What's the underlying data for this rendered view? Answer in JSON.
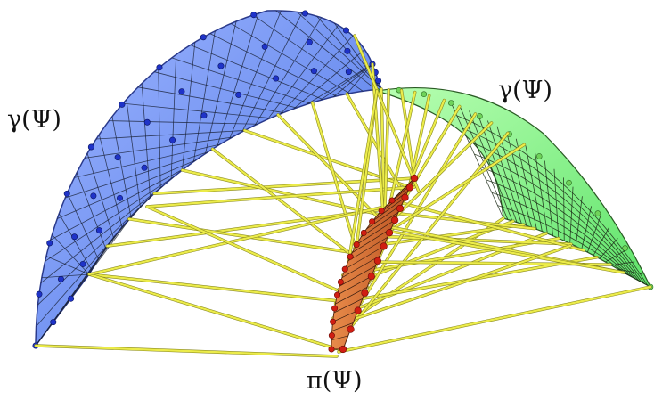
{
  "labels": {
    "left": "γ(Ψ)",
    "right": "γ(Ψ)",
    "bottom": "π(Ψ)"
  },
  "colors": {
    "left_surface": "#7f9cf0",
    "left_mesh": "#1a2238",
    "left_nodes": "#1f33c8",
    "right_surface": "#8ef58a",
    "right_mesh": "#1b2a16",
    "right_nodes": "#6fd35a",
    "center_surface": "#d26a2f",
    "center_mesh": "#3a1d10",
    "center_nodes": "#d01e12",
    "cables": "#ecec4a",
    "cable_outline": "#8a8a20"
  }
}
